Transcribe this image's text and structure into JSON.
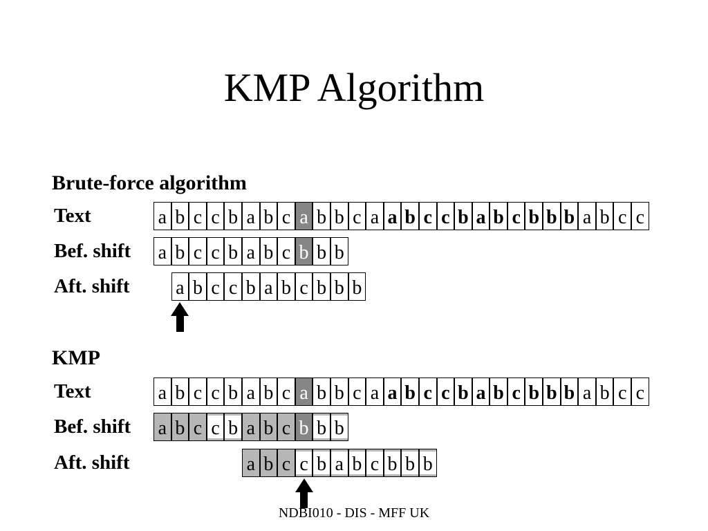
{
  "title": "KMP Algorithm",
  "footer": "NDBI010 - DIS - MFF UK",
  "colors": {
    "background": "#ffffff",
    "cell_border": "#000000",
    "highlight_dark": "#868686",
    "highlight_light": "#b6b6b6",
    "highlight_dark_text": "#ffffff"
  },
  "sections": [
    {
      "heading": "Brute-force algorithm",
      "rows": [
        {
          "label": "Text",
          "shift": 0,
          "arrow_at": null,
          "cells": [
            {
              "c": "a",
              "s": "plain"
            },
            {
              "c": "b",
              "s": "plain"
            },
            {
              "c": "c",
              "s": "plain"
            },
            {
              "c": "c",
              "s": "plain"
            },
            {
              "c": "b",
              "s": "plain"
            },
            {
              "c": "a",
              "s": "plain"
            },
            {
              "c": "b",
              "s": "plain"
            },
            {
              "c": "c",
              "s": "plain"
            },
            {
              "c": "a",
              "s": "dark"
            },
            {
              "c": "b",
              "s": "plain"
            },
            {
              "c": "b",
              "s": "plain"
            },
            {
              "c": "c",
              "s": "plain"
            },
            {
              "c": "a",
              "s": "plain"
            },
            {
              "c": "a",
              "s": "bold"
            },
            {
              "c": "b",
              "s": "bold"
            },
            {
              "c": "c",
              "s": "bold"
            },
            {
              "c": "c",
              "s": "bold"
            },
            {
              "c": "b",
              "s": "bold"
            },
            {
              "c": "a",
              "s": "bold"
            },
            {
              "c": "b",
              "s": "bold"
            },
            {
              "c": "c",
              "s": "bold"
            },
            {
              "c": "b",
              "s": "bold"
            },
            {
              "c": "b",
              "s": "bold"
            },
            {
              "c": "b",
              "s": "bold"
            },
            {
              "c": "a",
              "s": "plain"
            },
            {
              "c": "b",
              "s": "plain"
            },
            {
              "c": "c",
              "s": "plain"
            },
            {
              "c": "c",
              "s": "plain"
            }
          ]
        },
        {
          "label": "Bef. shift",
          "shift": 0,
          "arrow_at": null,
          "cells": [
            {
              "c": "a",
              "s": "plain"
            },
            {
              "c": "b",
              "s": "plain"
            },
            {
              "c": "c",
              "s": "plain"
            },
            {
              "c": "c",
              "s": "plain"
            },
            {
              "c": "b",
              "s": "plain"
            },
            {
              "c": "a",
              "s": "plain"
            },
            {
              "c": "b",
              "s": "plain"
            },
            {
              "c": "c",
              "s": "plain"
            },
            {
              "c": "b",
              "s": "dark"
            },
            {
              "c": "b",
              "s": "plain"
            },
            {
              "c": "b",
              "s": "plain"
            }
          ]
        },
        {
          "label": "Aft. shift",
          "shift": 1,
          "arrow_at": 0,
          "cells": [
            {
              "c": "a",
              "s": "plain"
            },
            {
              "c": "b",
              "s": "plain"
            },
            {
              "c": "c",
              "s": "plain"
            },
            {
              "c": "c",
              "s": "plain"
            },
            {
              "c": "b",
              "s": "plain"
            },
            {
              "c": "a",
              "s": "plain"
            },
            {
              "c": "b",
              "s": "plain"
            },
            {
              "c": "c",
              "s": "plain"
            },
            {
              "c": "b",
              "s": "plain"
            },
            {
              "c": "b",
              "s": "plain"
            },
            {
              "c": "b",
              "s": "plain"
            }
          ]
        }
      ]
    },
    {
      "heading": "KMP",
      "rows": [
        {
          "label": "Text",
          "shift": 0,
          "arrow_at": null,
          "cells": [
            {
              "c": "a",
              "s": "plain"
            },
            {
              "c": "b",
              "s": "plain"
            },
            {
              "c": "c",
              "s": "plain"
            },
            {
              "c": "c",
              "s": "plain"
            },
            {
              "c": "b",
              "s": "plain"
            },
            {
              "c": "a",
              "s": "plain"
            },
            {
              "c": "b",
              "s": "plain"
            },
            {
              "c": "c",
              "s": "plain"
            },
            {
              "c": "a",
              "s": "dark"
            },
            {
              "c": "b",
              "s": "plain"
            },
            {
              "c": "b",
              "s": "plain"
            },
            {
              "c": "c",
              "s": "plain"
            },
            {
              "c": "a",
              "s": "plain"
            },
            {
              "c": "a",
              "s": "bold"
            },
            {
              "c": "b",
              "s": "bold"
            },
            {
              "c": "c",
              "s": "bold"
            },
            {
              "c": "c",
              "s": "bold"
            },
            {
              "c": "b",
              "s": "bold"
            },
            {
              "c": "a",
              "s": "bold"
            },
            {
              "c": "b",
              "s": "bold"
            },
            {
              "c": "c",
              "s": "bold"
            },
            {
              "c": "b",
              "s": "bold"
            },
            {
              "c": "b",
              "s": "bold"
            },
            {
              "c": "b",
              "s": "bold"
            },
            {
              "c": "a",
              "s": "plain"
            },
            {
              "c": "b",
              "s": "plain"
            },
            {
              "c": "c",
              "s": "plain"
            },
            {
              "c": "c",
              "s": "plain"
            }
          ]
        },
        {
          "label": "Bef. shift",
          "shift": 0,
          "arrow_at": null,
          "cells": [
            {
              "c": "a",
              "s": "light"
            },
            {
              "c": "b",
              "s": "light"
            },
            {
              "c": "c",
              "s": "light"
            },
            {
              "c": "c",
              "s": "plain"
            },
            {
              "c": "b",
              "s": "plain"
            },
            {
              "c": "a",
              "s": "light"
            },
            {
              "c": "b",
              "s": "light"
            },
            {
              "c": "c",
              "s": "light"
            },
            {
              "c": "b",
              "s": "dark"
            },
            {
              "c": "b",
              "s": "plain"
            },
            {
              "c": "b",
              "s": "plain"
            }
          ]
        },
        {
          "label": "Aft. shift",
          "shift": 5,
          "arrow_at": 3,
          "cells": [
            {
              "c": "a",
              "s": "light"
            },
            {
              "c": "b",
              "s": "light"
            },
            {
              "c": "c",
              "s": "light"
            },
            {
              "c": "c",
              "s": "plain"
            },
            {
              "c": "b",
              "s": "plain"
            },
            {
              "c": "a",
              "s": "plain"
            },
            {
              "c": "b",
              "s": "plain"
            },
            {
              "c": "c",
              "s": "plain"
            },
            {
              "c": "b",
              "s": "plain"
            },
            {
              "c": "b",
              "s": "plain"
            },
            {
              "c": "b",
              "s": "plain"
            }
          ]
        }
      ]
    }
  ]
}
